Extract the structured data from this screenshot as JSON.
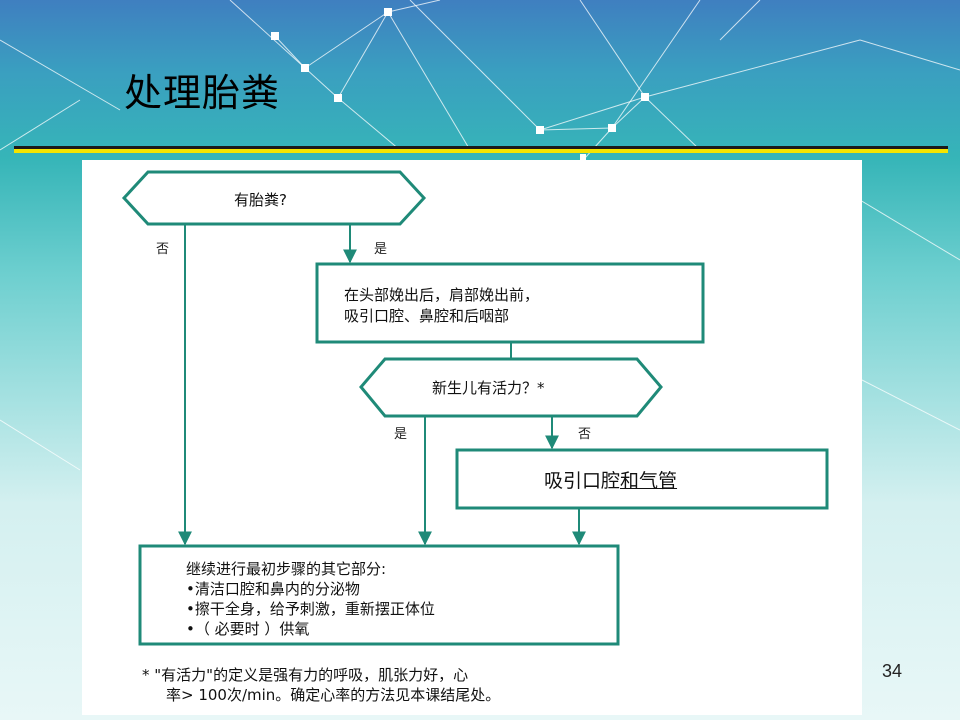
{
  "slide": {
    "title": "处理胎粪",
    "page_number": "34"
  },
  "flowchart": {
    "q_meconium": "有胎粪?",
    "label_no_1": "否",
    "label_yes_1": "是",
    "box_suction_line1": "在头部娩出后，肩部娩出前，",
    "box_suction_line2": "吸引口腔、鼻腔和后咽部",
    "q_vigorous": "新生儿有活力？*",
    "label_yes_2": "是",
    "label_no_2": "否",
    "box_trachea_prefix": "吸引口腔",
    "box_trachea_underlined": "和气管",
    "box_continue_line1": "继续进行最初步骤的其它部分:",
    "box_continue_line2": "•清洁口腔和鼻内的分泌物",
    "box_continue_line3": "•擦干全身，给予刺激，重新摆正体位",
    "box_continue_line4": "•（ 必要时 ）供氧",
    "footnote_line1": "* \"有活力\"的定义是强有力的呼吸，肌张力好，心",
    "footnote_line2": "率> 100次/min。确定心率的方法见本课结尾处。",
    "stroke_color": "#1f8a78"
  }
}
